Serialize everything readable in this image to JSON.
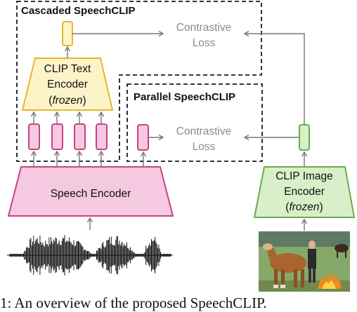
{
  "groups": {
    "cascaded": "Cascaded SpeechCLIP",
    "parallel": "Parallel SpeechCLIP"
  },
  "text_encoder": {
    "line1": "CLIP Text",
    "line2": "Encoder",
    "open": "(",
    "frozen": "frozen",
    "close": ")"
  },
  "image_encoder": {
    "line1": "CLIP Image",
    "line2": "Encoder",
    "open": "(",
    "frozen": "frozen",
    "close": ")"
  },
  "speech_encoder": "Speech Encoder",
  "loss_top": {
    "line1": "Contrastive",
    "line2": "Loss"
  },
  "loss_bottom": {
    "line1": "Contrastive",
    "line2": "Loss"
  },
  "caption": "1: An overview of the proposed SpeechCLIP.",
  "colors": {
    "text_encoder_fill": "#fdf3c9",
    "text_encoder_stroke": "#e6b72a",
    "speech_fill": "#f5c9df",
    "speech_stroke": "#c8418a",
    "image_fill": "#d8efc9",
    "image_stroke": "#6aab4c",
    "arrow_gray": "#777777",
    "dashed": "#1a1a1a"
  },
  "icons": {
    "waveform": "speech-waveform-icon",
    "photo": "horses-photo"
  }
}
